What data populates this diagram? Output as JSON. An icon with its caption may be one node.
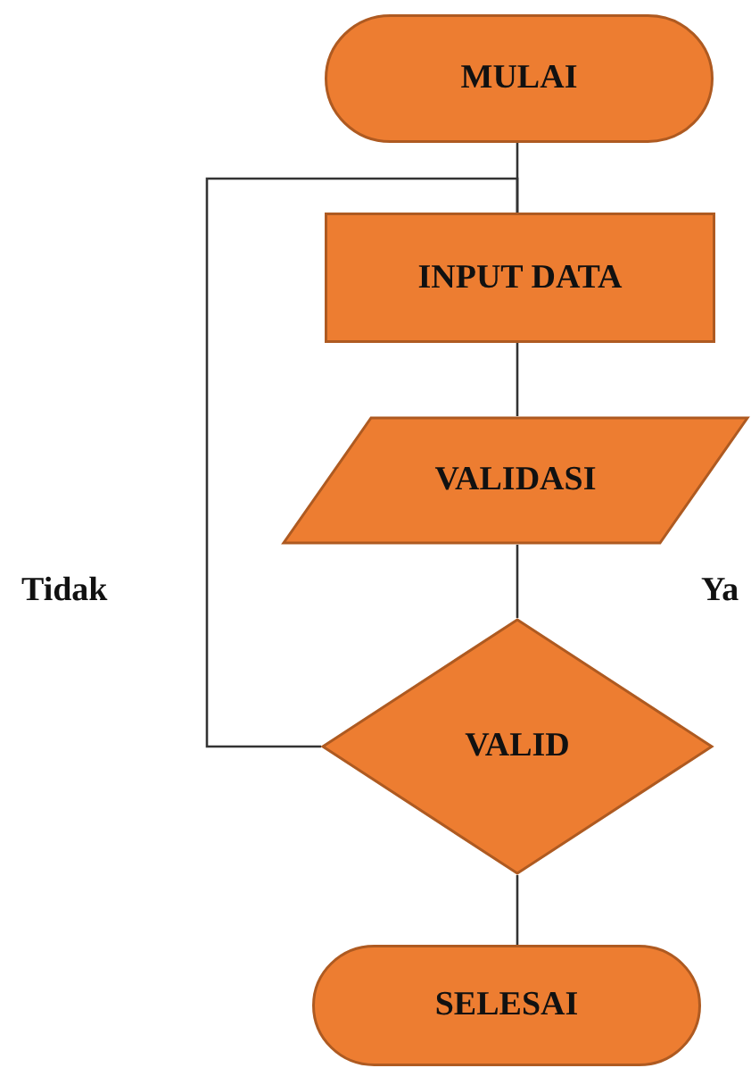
{
  "diagram": {
    "nodes": [
      {
        "text": [
          "MULAI"
        ]
      },
      {
        "text": [
          "INPUT DATA"
        ]
      },
      {
        "text": [
          "VALIDASI"
        ]
      },
      {
        "text": [
          "VALID"
        ]
      },
      {
        "text": [
          "SELESAI"
        ]
      }
    ],
    "edges": [
      {
        "from": 0,
        "to": 1,
        "arrow": "none"
      },
      {
        "from": 1,
        "to": 2,
        "arrow": "none"
      },
      {
        "from": 2,
        "to": 3,
        "arrow": "none"
      },
      {
        "from": 3,
        "to": 4,
        "arrow": "none"
      },
      {
        "from": 3,
        "to": 1,
        "arrow": "none"
      }
    ],
    "labels": [
      "Tidak",
      "Ya"
    ]
  }
}
